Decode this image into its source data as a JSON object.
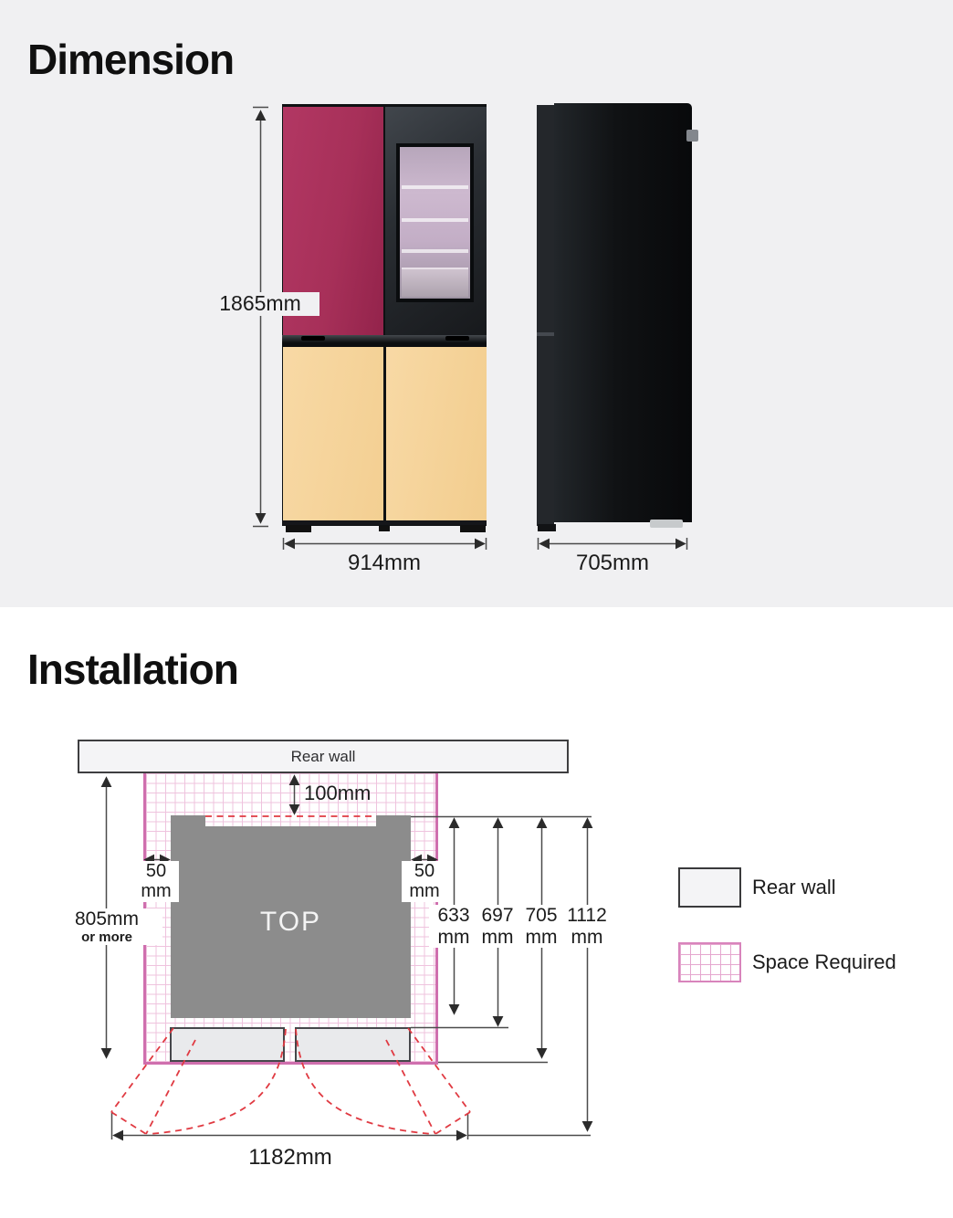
{
  "dimension": {
    "title": "Dimension",
    "height": "1865mm",
    "width": "914mm",
    "depth": "705mm"
  },
  "installation": {
    "title": "Installation",
    "rear_wall": "Rear wall",
    "top_label": "TOP",
    "back_clearance": "100mm",
    "side_clearance_left": {
      "v": "50",
      "u": "mm"
    },
    "side_clearance_right": {
      "v": "50",
      "u": "mm"
    },
    "front_clearance": {
      "v": "805mm",
      "note": "or more"
    },
    "depths": [
      {
        "v": "633",
        "u": "mm"
      },
      {
        "v": "697",
        "u": "mm"
      },
      {
        "v": "705",
        "u": "mm"
      },
      {
        "v": "1112",
        "u": "mm"
      }
    ],
    "open_width": "1182mm",
    "legend": {
      "rear_wall": "Rear wall",
      "space_required": "Space Required"
    }
  },
  "colors": {
    "bg-section": "#f0f0f2",
    "line-gray": "#4b4b4b",
    "dash-red": "#e03a42",
    "top-box-gray": "#8c8c8c",
    "grid-pink": "#efc3de",
    "grid-border-pink": "#cf6fae",
    "door-fill": "#e9eaec",
    "wall-fill": "#f4f4f6",
    "wall-border": "#3e3e40",
    "door-burgundy": "#a73059",
    "door-yellow": "#f5d29b",
    "fridge-dark": "#191c1f"
  }
}
